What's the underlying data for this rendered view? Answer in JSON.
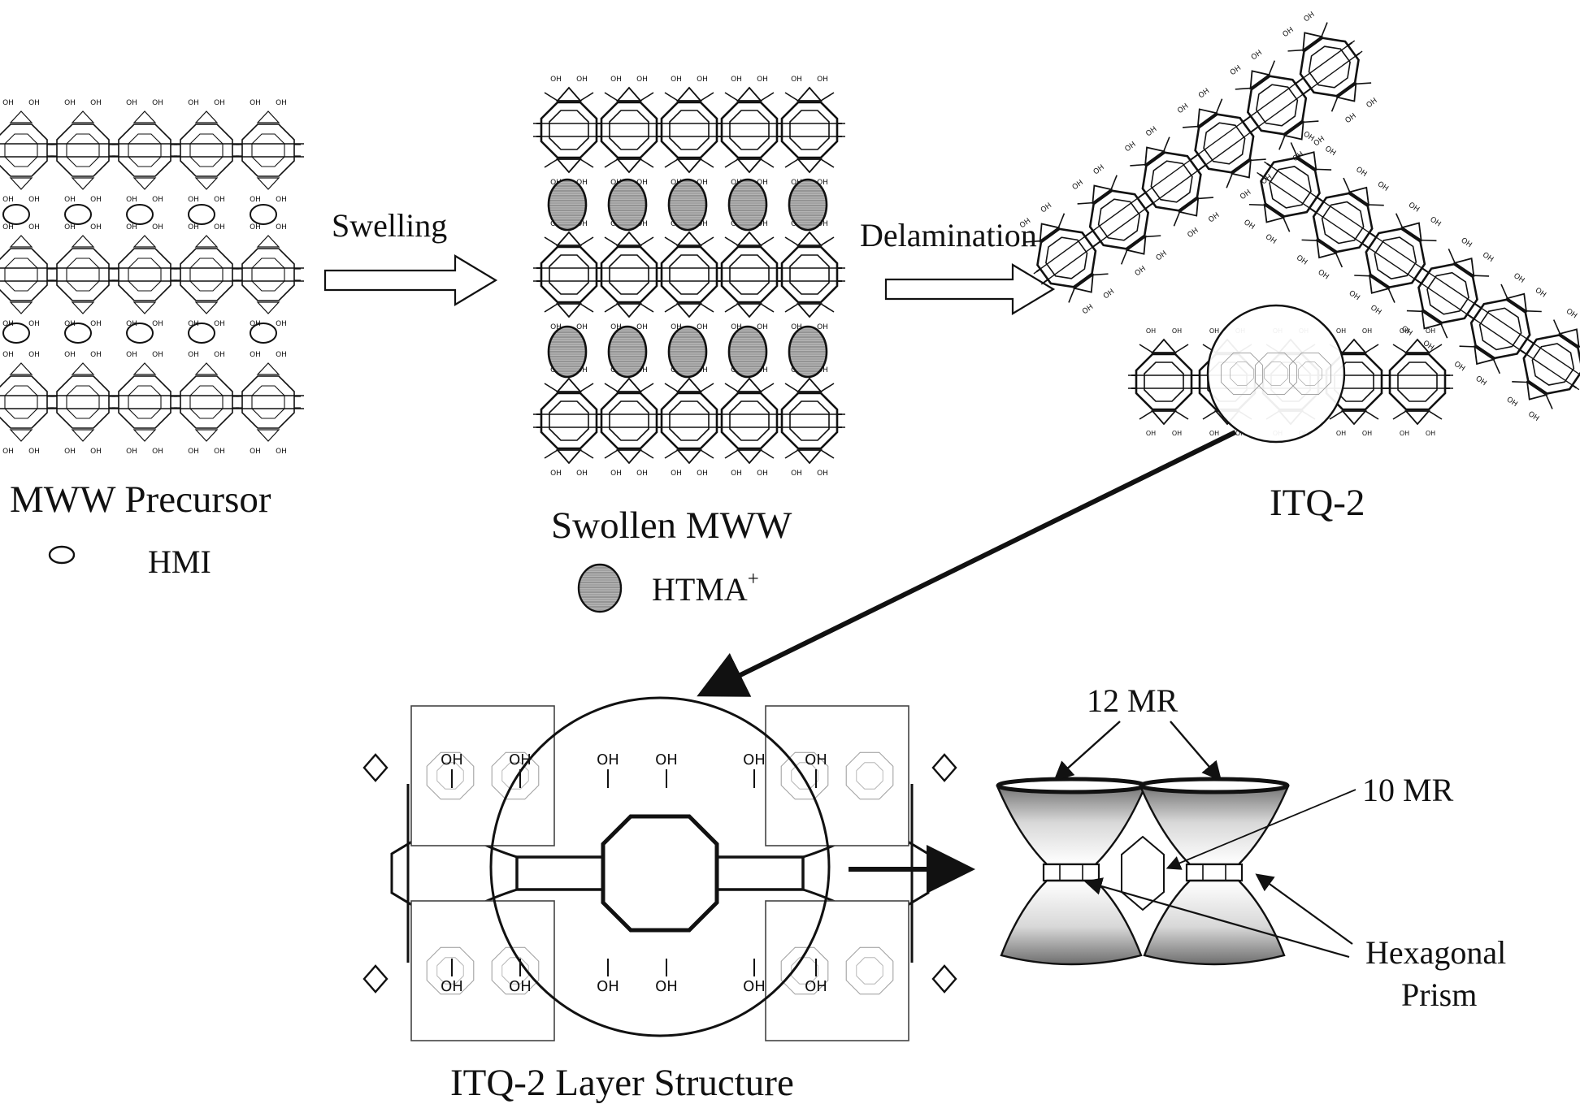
{
  "labels": {
    "mww_precursor": "MWW Precursor",
    "hmi": "HMI",
    "swelling": "Swelling",
    "swollen_mww": "Swollen MWW",
    "htma": "HTMA",
    "htma_sup": "+",
    "delamination": "Delamination",
    "itq2": "ITQ-2",
    "layer_structure": "ITQ-2 Layer Structure",
    "mr12": "12 MR",
    "mr10": "10 MR",
    "hexagonal": "Hexagonal",
    "prism": "Prism"
  },
  "surface_groups": {
    "hydroxyl": "OH"
  },
  "colors": {
    "ink": "#111111",
    "cation_fill": "#a9a9a9",
    "cage_shade": "#8a8a8a",
    "background": "#ffffff"
  },
  "icons": {
    "process_arrow": "hollow-right-arrow",
    "zoom_arrow": "solid-arrow"
  }
}
